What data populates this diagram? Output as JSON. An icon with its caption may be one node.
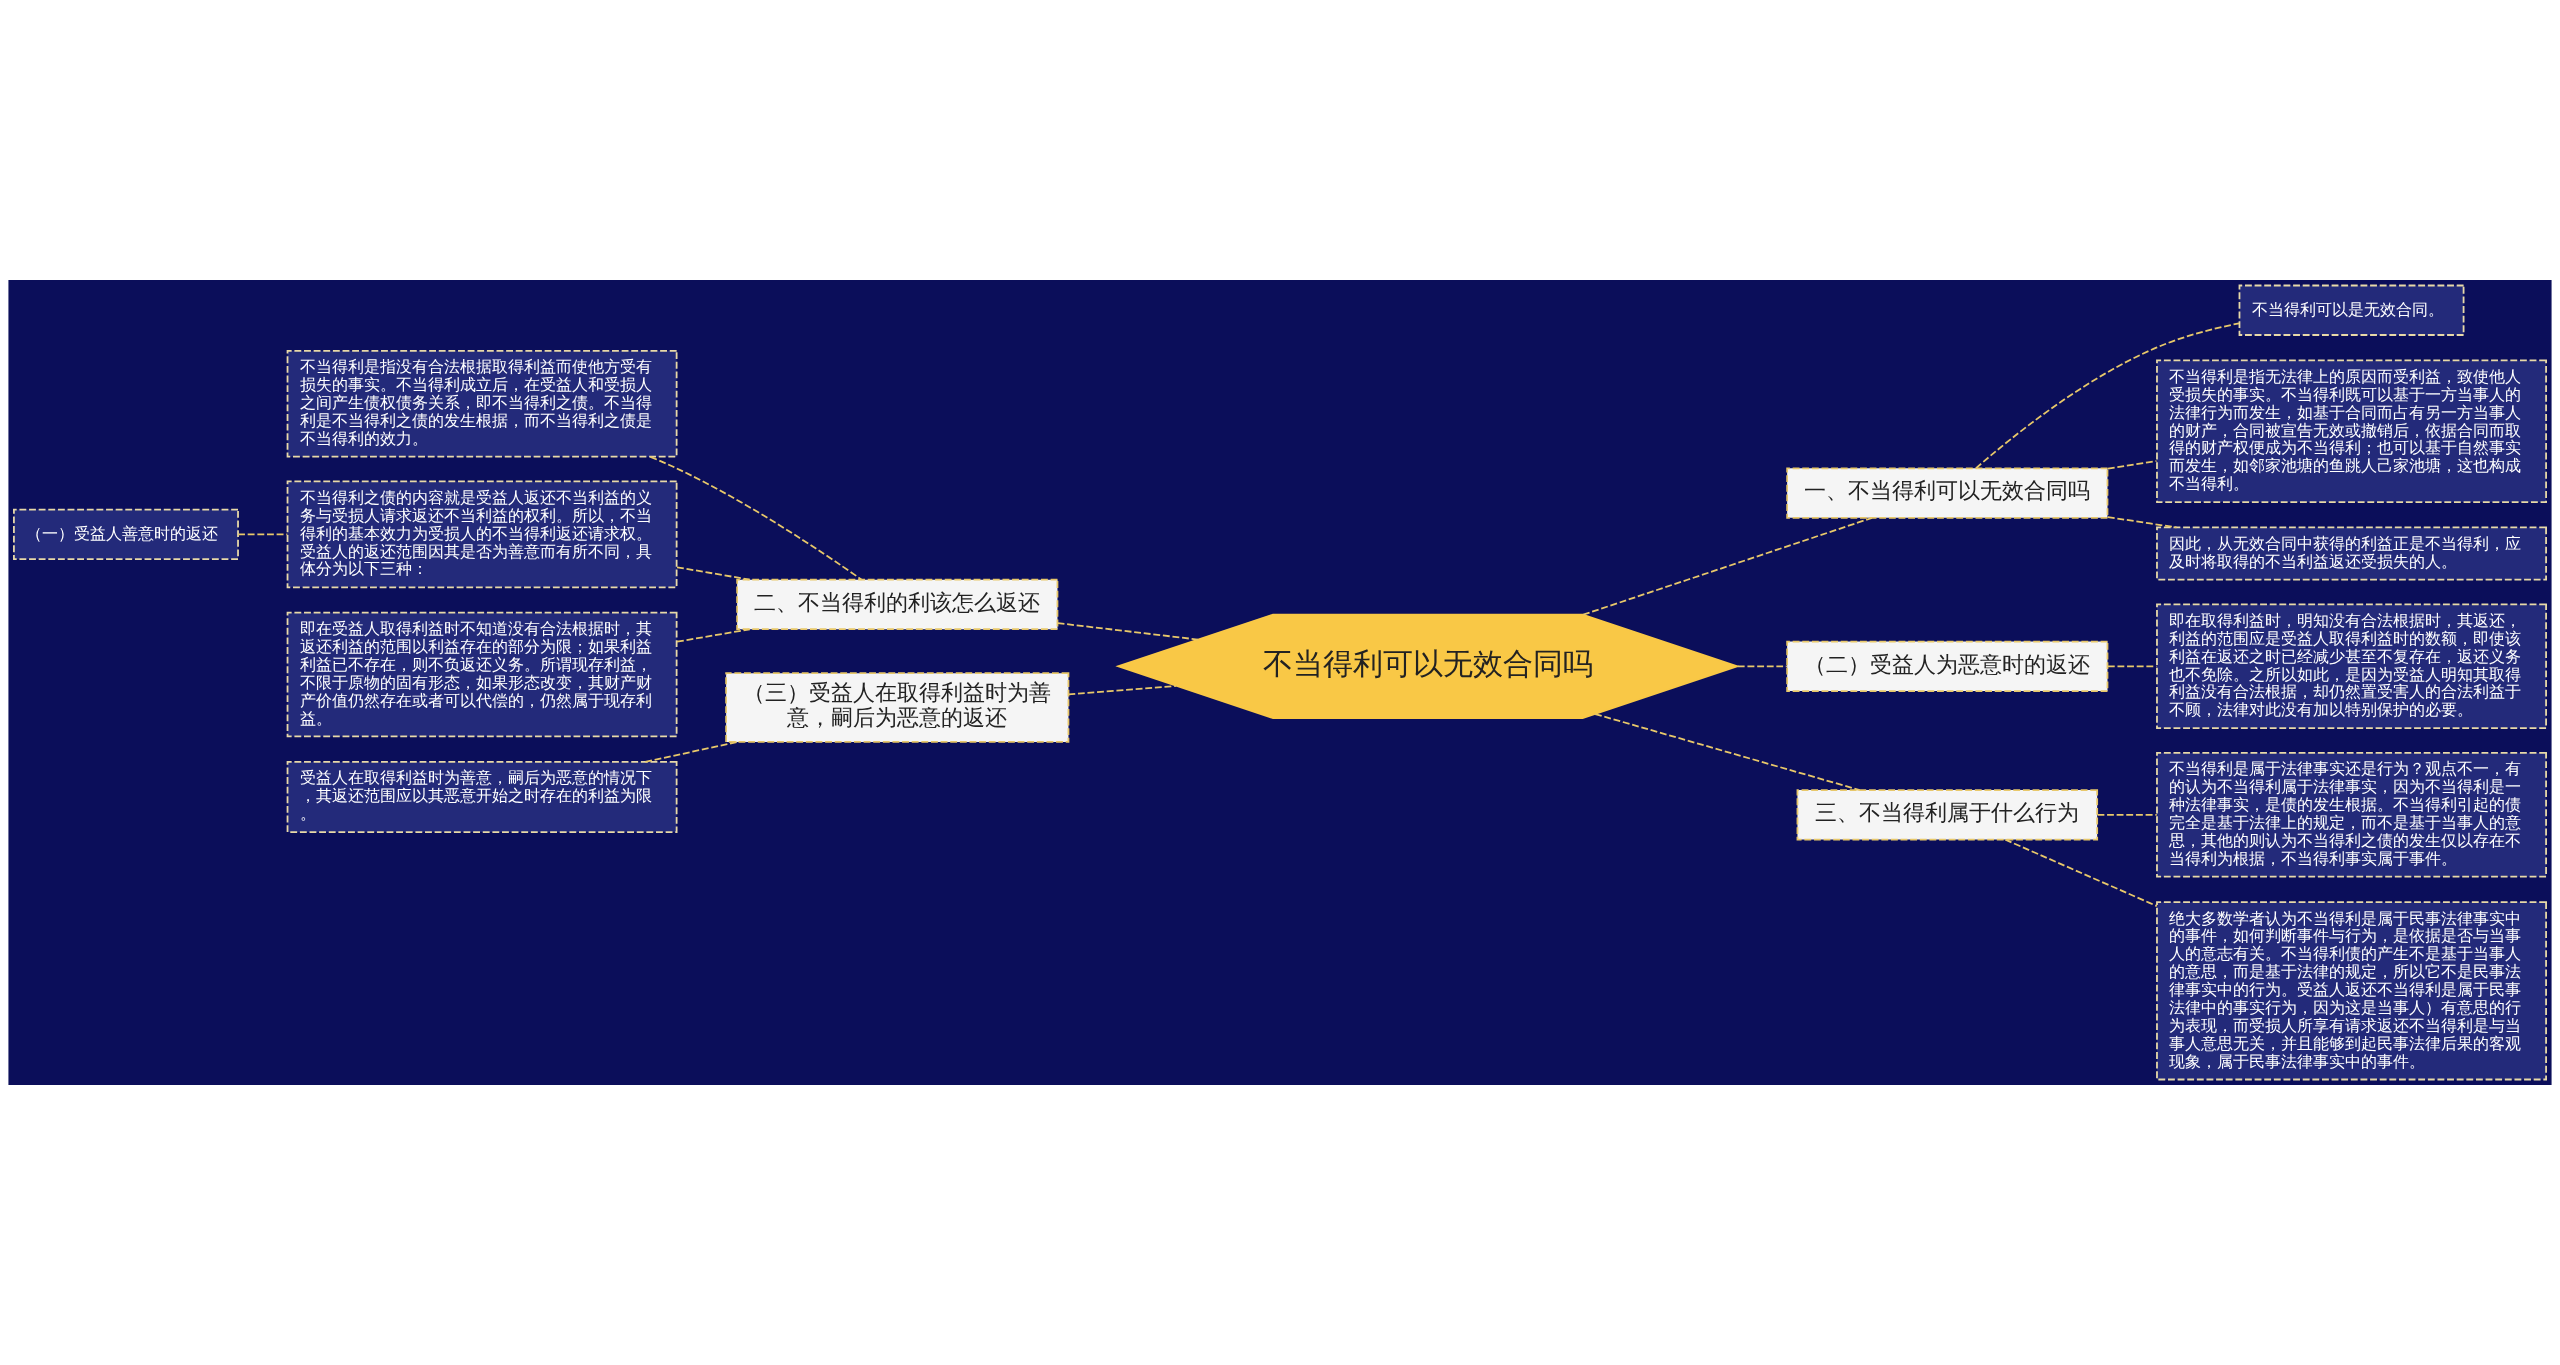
{
  "diagram": {
    "nodes": [
      {
        "text": [
          "不当得利可以无效合同吗"
        ]
      },
      {
        "text": [
          "一、不当得利可以无效合同吗"
        ]
      },
      {
        "text": [
          "不当得利可以是无效合同。"
        ]
      },
      {
        "text": [
          "不当得利是指无法律上的原因而受利益，致使他人受损失的事实。不当得利既可以基于一方当事人的法律行为而发生，如基于合同而占有另一方当事人的财产，合同被宣告无效或撤销后，依据合同而取得的财产权便成为不当得利；也可以基于自然事实而发生，如邻家池塘的鱼跳人己家池塘，这也构成不当得利。"
        ]
      },
      {
        "text": [
          "因此，从无效合同中获得的利益正是不当得利，应及时将取得的不当利益返还受损失的人。"
        ]
      },
      {
        "text": [
          "（二）受益人为恶意时的返还"
        ]
      },
      {
        "text": [
          "即在取得利益时，明知没有合法根据时，其返还，利益的范围应是受益人取得利益时的数额，即使该利益在返还之时已经减少甚至不复存在，返还义务也不免除。之所以如此，是因为受益人明知其取得利益没有合法根据，却仍然置受害人的合法利益于不顾，法律对此没有加以特别保护的必要。"
        ]
      },
      {
        "text": [
          "三、不当得利属于什么行为"
        ]
      },
      {
        "text": [
          "不当得利是属于法律事实还是行为？观点不一，有的认为不当得利属于法律事实，因为不当得利是一种法律事实，是债的发生根据。不当得利引起的债完全是基于法律上的规定，而不是基于当事人的意思，其他的则认为不当得利之债的发生仅以存在不当得利为根据，不当得利事实属于事件。"
        ]
      },
      {
        "text": [
          "绝大多数学者认为不当得利是属于民事法律事实中的事件，如何判断事件与行为，是依据是否与当事人的意志有关。不当得利债的产生不是基于当事人的意思，而是基于法律的规定，所以它不是民事法律事实中的行为。受益人返还不当得利是属于民事法律中的事实行为，因为这是当事人）有意思的行为表现，而受损人所享有请求返还不当得利是与当事人意思无关，并且能够到起民事法律后果的客观现象，属于民事法律事实中的事件。"
        ]
      },
      {
        "text": [
          "二、不当得利的利该怎么返还"
        ]
      },
      {
        "text": [
          "不当得利是指没有合法根据取得利益而使他方受有损失的事实。不当得利成立后，在受益人和受损人之间产生债权债务关系，即不当得利之债。不当得利是不当得利之债的发生根据，而不当得利之债是不当得利的效力。"
        ]
      },
      {
        "text": [
          "不当得利之债的内容就是受益人返还不当利益的义务与受损人请求返还不当利益的权利。所以，不当得利的基本效力为受损人的不当得利返还请求权。受益人的返还范围因其是否为善意而有所不同，具体分为以下三种："
        ]
      },
      {
        "text": [
          "（一）受益人善意时的返还"
        ]
      },
      {
        "text": [
          "即在受益人取得利益时不知道没有合法根据时，其返还利益的范围以利益存在的部分为限；如果利益利益已不存在，则不负返还义务。所谓现存利益，不限于原物的固有形态，如果形态改变，其财产财产价值仍然存在或者可以代偿的，仍然属于现存利益。"
        ]
      },
      {
        "text": [
          "（三）受益人在取得利益时为善意，嗣后为恶意的返还"
        ]
      },
      {
        "text": [
          "受益人在取得利益时为善意，嗣后为恶意的情况下，其返还范围应以其恶意开始之时存在的利益为限。"
        ]
      }
    ],
    "edges": [
      {
        "from": 0,
        "to": 1,
        "arrow": "none",
        "style": "dashed"
      },
      {
        "from": 1,
        "to": 2,
        "arrow": "none",
        "style": "dashed"
      },
      {
        "from": 1,
        "to": 3,
        "arrow": "none",
        "style": "dashed"
      },
      {
        "from": 1,
        "to": 4,
        "arrow": "none",
        "style": "dashed"
      },
      {
        "from": 0,
        "to": 5,
        "arrow": "none",
        "style": "dashed"
      },
      {
        "from": 5,
        "to": 6,
        "arrow": "none",
        "style": "dashed"
      },
      {
        "from": 0,
        "to": 7,
        "arrow": "none",
        "style": "dashed"
      },
      {
        "from": 7,
        "to": 8,
        "arrow": "none",
        "style": "dashed"
      },
      {
        "from": 7,
        "to": 9,
        "arrow": "none",
        "style": "dashed"
      },
      {
        "from": 0,
        "to": 10,
        "arrow": "none",
        "style": "dashed"
      },
      {
        "from": 10,
        "to": 11,
        "arrow": "none",
        "style": "dashed"
      },
      {
        "from": 10,
        "to": 12,
        "arrow": "none",
        "style": "dashed"
      },
      {
        "from": 12,
        "to": 13,
        "arrow": "none",
        "style": "dashed"
      },
      {
        "from": 10,
        "to": 14,
        "arrow": "none",
        "style": "dashed"
      },
      {
        "from": 0,
        "to": 15,
        "arrow": "none",
        "style": "dashed"
      },
      {
        "from": 15,
        "to": 16,
        "arrow": "none",
        "style": "dashed"
      }
    ]
  }
}
